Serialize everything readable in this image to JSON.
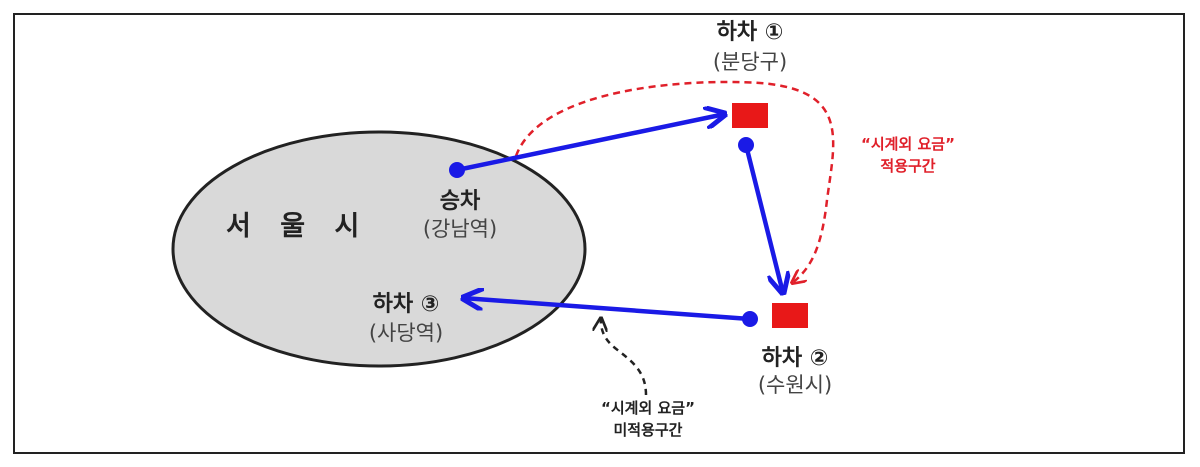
{
  "city_label": "서 울 시",
  "boarding": {
    "title": "승차",
    "place": "(강남역)"
  },
  "alight1": {
    "title": "하차 ①",
    "place": "(분당구)"
  },
  "alight2": {
    "title": "하차 ②",
    "place": "(수원시)"
  },
  "alight3": {
    "title": "하차 ③",
    "place": "(사당역)"
  },
  "surcharge_applied": {
    "line1": "“시계외 요금”",
    "line2": "적용구간"
  },
  "surcharge_not_applied": {
    "line1": "“시계외 요금”",
    "line2": "미적용구간"
  },
  "colors": {
    "route": "#1a1ae6",
    "surcharge": "#e0202a",
    "stop": "#e81818",
    "city_fill": "#d9d9d9"
  }
}
